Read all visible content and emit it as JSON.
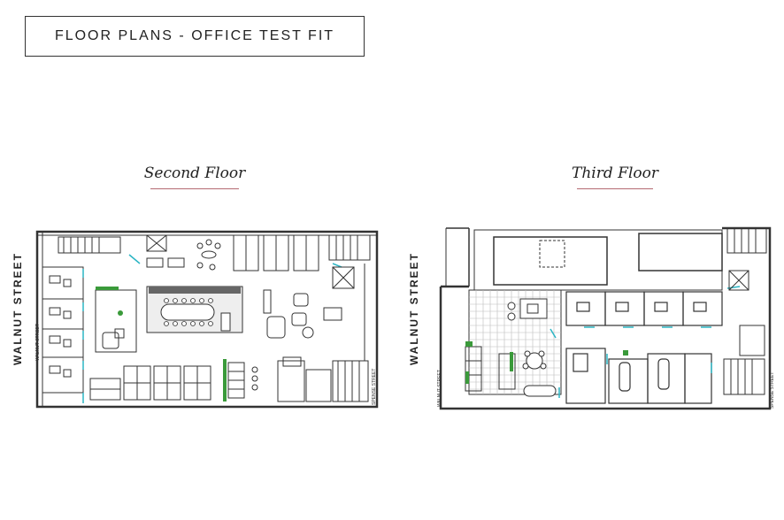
{
  "header": {
    "title": "FLOOR PLANS - OFFICE TEST FIT"
  },
  "second_floor": {
    "label": "Second Floor",
    "street_left": "WALNUT STREET",
    "street_small_left": "WALNUT STREET",
    "street_small_right": "SPENSE STREET"
  },
  "third_floor": {
    "label": "Third Floor",
    "street_left": "WALNUT STREET",
    "street_small_left": "WALNUT STREET",
    "street_small_right": "SPENSE STREET"
  },
  "colors": {
    "wall": "#333333",
    "door": "#2bb5c4",
    "plant": "#3a9a3a",
    "table": "#5a5a5a",
    "rule": "#b56a72"
  }
}
